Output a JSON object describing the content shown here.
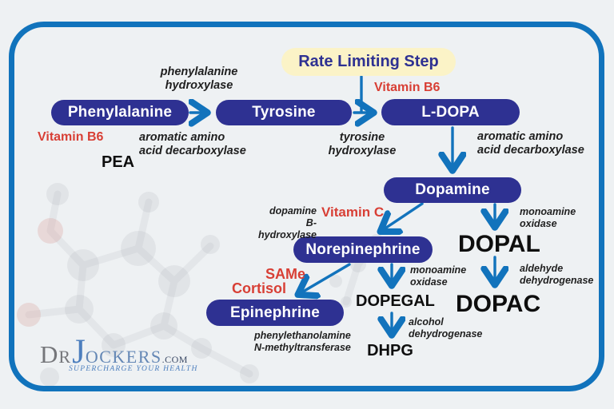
{
  "banner": {
    "label": "Rate Limiting Step"
  },
  "pathway": {
    "phenylalanine": "Phenylalanine",
    "tyrosine": "Tyrosine",
    "l_dopa": "L-DOPA",
    "dopamine": "Dopamine",
    "norepinephrine": "Norepinephrine",
    "epinephrine": "Epinephrine"
  },
  "metabolites": {
    "pea": "PEA",
    "dopal": "DOPAL",
    "dopac": "DOPAC",
    "dopegal": "DOPEGAL",
    "dhpg": "DHPG"
  },
  "enzymes": {
    "phenylalanine_hydroxylase": "phenylalanine\nhydroxylase",
    "aadc_left": "aromatic amino\nacid decarboxylase",
    "tyrosine_hydroxylase": "tyrosine\nhydroxylase",
    "aadc_right": "aromatic amino\nacid decarboxylase",
    "dopamine_b_hydroxylase": "dopamine\nB-hydroxylase",
    "mao_dopal": "monoamine\noxidase",
    "aldehyde_dehydrogenase": "aldehyde\ndehydrogenase",
    "mao_dopegal": "monoamine\noxidase",
    "alcohol_dehydrogenase": "alcohol\ndehydrogenase",
    "pnmt": "phenylethanolamine\nN-methyltransferase"
  },
  "cofactors": {
    "vitamin_b6_left": "Vitamin B6",
    "vitamin_b6_top": "Vitamin B6",
    "vitamin_c": "Vitamin C",
    "same": "SAMe",
    "cortisol": "Cortisol"
  },
  "logo": {
    "d": "D",
    "r": "R",
    "j": "J",
    "ockers": "OCKERS",
    "com": ".COM",
    "tagline": "SUPERCHARGE YOUR HEALTH"
  },
  "colors": {
    "pill": "#2e3192",
    "arrow": "#1273bc",
    "frame": "#1173bc",
    "cofactor_red": "#d83f35",
    "banner_bg": "#fbf3c7",
    "background": "#eef1f3"
  }
}
